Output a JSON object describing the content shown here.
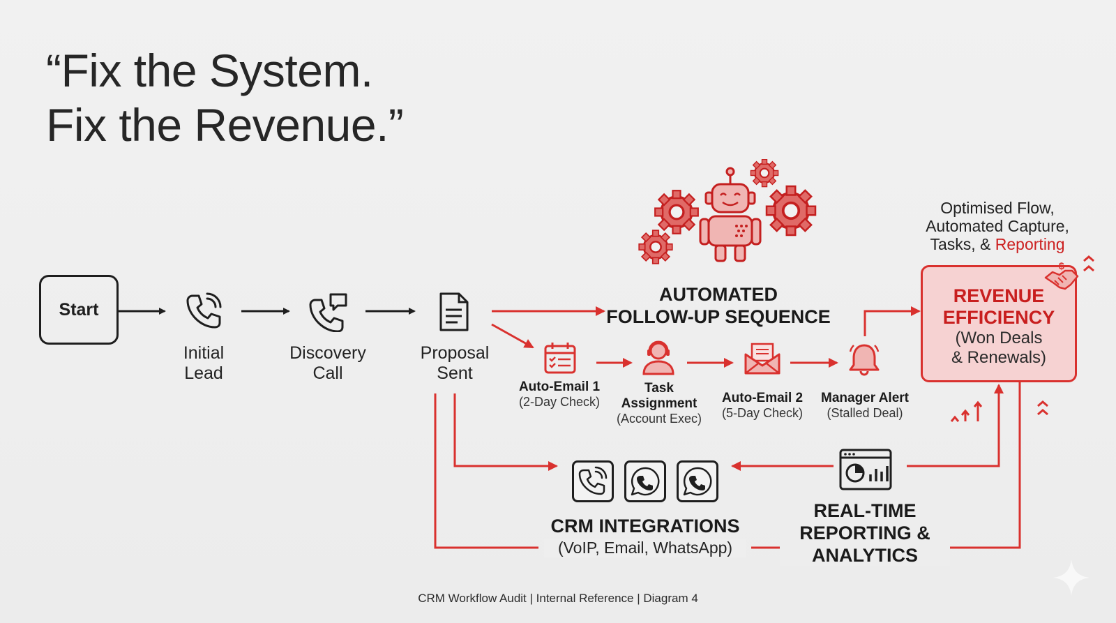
{
  "title": {
    "line1": "“Fix the System.",
    "line2": "Fix the Revenue.”"
  },
  "start": {
    "label": "Start"
  },
  "steps": [
    {
      "line1": "Initial",
      "line2": "Lead",
      "icon": "phone-icon"
    },
    {
      "line1": "Discovery",
      "line2": "Call",
      "icon": "phone-chat-icon"
    },
    {
      "line1": "Proposal",
      "line2": "Sent",
      "icon": "document-icon"
    }
  ],
  "automated": {
    "line1": "AUTOMATED",
    "line2": "FOLLOW-UP SEQUENCE",
    "icon": "robot-gears-icon"
  },
  "sequence": [
    {
      "title": "Auto-Email 1",
      "sub": "(2-Day Check)",
      "icon": "calendar-checklist-icon"
    },
    {
      "title": "Task",
      "title2": "Assignment",
      "sub": "(Account Exec)",
      "icon": "user-headset-icon"
    },
    {
      "title": "Auto-Email 2",
      "sub": "(5-Day Check)",
      "icon": "envelope-icon"
    },
    {
      "title": "Manager Alert",
      "sub": "(Stalled Deal)",
      "icon": "bell-icon"
    }
  ],
  "optimised": {
    "line1": "Optimised Flow,",
    "line2": "Automated Capture,",
    "line3_prefix": "Tasks, & ",
    "line3_highlight": "Reporting"
  },
  "revenue": {
    "line1": "REVENUE",
    "line2": "EFFICIENCY",
    "line3": "(Won Deals",
    "line4": "& Renewals)",
    "icon": "handshake-dollar-icon"
  },
  "crm": {
    "title": "CRM INTEGRATIONS",
    "sub": "(VoIP, Email, WhatsApp)",
    "icons": [
      "phone-icon",
      "whatsapp-icon",
      "whatsapp-icon"
    ]
  },
  "reporting": {
    "line1": "REAL-TIME",
    "line2": "REPORTING &",
    "line3": "ANALYTICS",
    "icon": "dashboard-chart-icon"
  },
  "footer": "CRM Workflow Audit | Internal Reference | Diagram 4",
  "colors": {
    "accent": "#d9312e",
    "accent_fill": "#f6d2d2",
    "ink": "#1e1e1e"
  }
}
